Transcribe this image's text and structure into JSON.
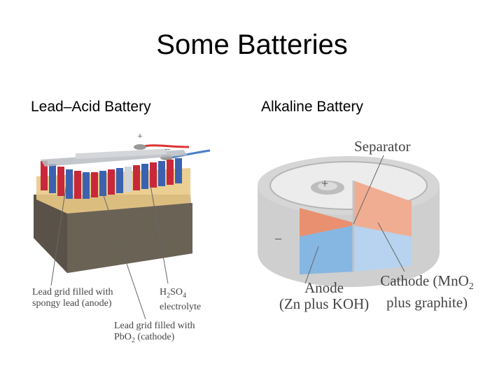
{
  "slide": {
    "title": "Some Batteries"
  },
  "lead_acid": {
    "heading": "Lead–Acid Battery",
    "plus_sign": "+",
    "minus_sign": "–",
    "label_anode_line1": "Lead grid filled with",
    "label_anode_line2": "spongy lead (anode)",
    "label_electrolyte_formula": "H",
    "label_electrolyte_sub1": "2",
    "label_electrolyte_mid": "SO",
    "label_electrolyte_sub2": "4",
    "label_electrolyte_word": "electrolyte",
    "label_cathode_line1": "Lead grid filled with",
    "label_cathode_pre": "PbO",
    "label_cathode_sub": "2",
    "label_cathode_post": " (cathode)"
  },
  "alkaline": {
    "heading": "Alkaline Battery",
    "plus_sign": "+",
    "minus_sign": "–",
    "label_separator": "Separator",
    "label_anode_line1": "Anode",
    "label_anode_line2": "(Zn plus KOH)",
    "label_cathode_pre": "Cathode (MnO",
    "label_cathode_sub": "2",
    "label_cathode_line2": "plus graphite)"
  },
  "colors": {
    "plate_red": "#c8283a",
    "plate_blue": "#3a62b0",
    "cathode_salmon": "#e8906f",
    "anode_blue": "#86b6e2",
    "casing_gray": "#c8c8c8"
  }
}
